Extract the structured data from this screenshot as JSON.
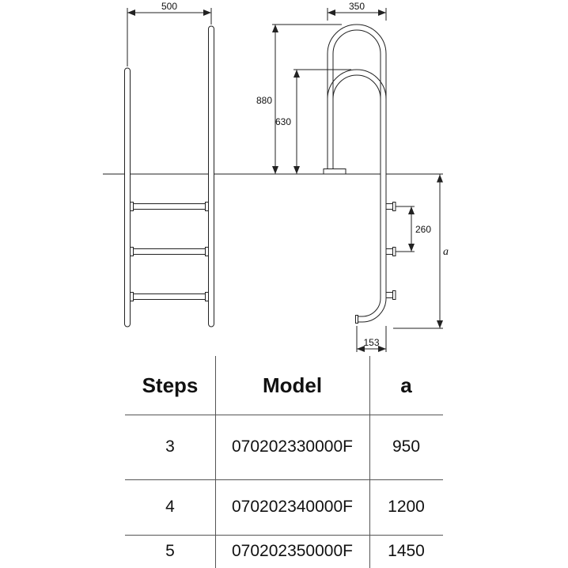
{
  "diagram": {
    "front_width": "500",
    "side_top_width": "350",
    "height_total": "880",
    "height_inner": "630",
    "step_spacing": "260",
    "depth_label": "a",
    "bottom_offset": "153"
  },
  "table": {
    "headers": {
      "steps": "Steps",
      "model": "Model",
      "a": "a"
    },
    "rows": [
      {
        "steps": "3",
        "model": "070202330000F",
        "a": "950"
      },
      {
        "steps": "4",
        "model": "070202340000F",
        "a": "1200"
      },
      {
        "steps": "5",
        "model": "070202350000F",
        "a": "1450"
      }
    ]
  }
}
